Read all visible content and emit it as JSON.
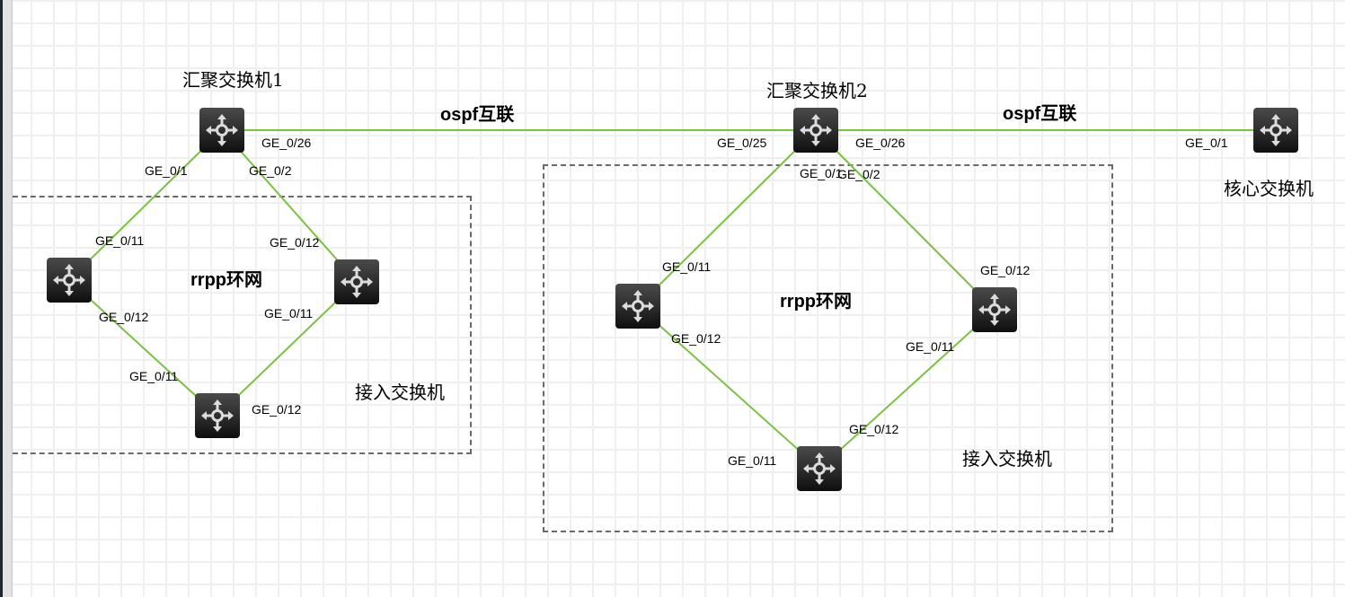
{
  "diagram": {
    "colors": {
      "link": "#7ac143",
      "group_border": "#6a6a6a",
      "node_bg": "#1c1c1c",
      "node_icon": "#dcdcdc"
    },
    "nodes": {
      "agg1": {
        "label": "汇聚交换机1",
        "icon": "l3-switch-icon"
      },
      "agg2": {
        "label": "汇聚交换机2",
        "icon": "l3-switch-icon"
      },
      "core": {
        "label": "核心交换机",
        "icon": "l3-switch-icon"
      },
      "ring1_left": {
        "icon": "l3-switch-icon"
      },
      "ring1_right": {
        "icon": "l3-switch-icon"
      },
      "ring1_bottom": {
        "icon": "l3-switch-icon"
      },
      "ring2_left": {
        "icon": "l3-switch-icon"
      },
      "ring2_right": {
        "icon": "l3-switch-icon"
      },
      "ring2_bottom": {
        "icon": "l3-switch-icon"
      }
    },
    "links": [
      {
        "from": "agg1",
        "to": "agg2",
        "label": "ospf互联",
        "from_port": "GE_0/26",
        "to_port": "GE_0/25"
      },
      {
        "from": "agg2",
        "to": "core",
        "label": "ospf互联",
        "from_port": "GE_0/26",
        "to_port": "GE_0/1"
      },
      {
        "from": "agg1",
        "to": "ring1_left",
        "from_port": "GE_0/1",
        "to_port": "GE_0/11"
      },
      {
        "from": "agg1",
        "to": "ring1_right",
        "from_port": "GE_0/2",
        "to_port": "GE_0/12"
      },
      {
        "from": "ring1_left",
        "to": "ring1_bottom",
        "from_port": "GE_0/12",
        "to_port": "GE_0/11"
      },
      {
        "from": "ring1_right",
        "to": "ring1_bottom",
        "from_port": "GE_0/11",
        "to_port": "GE_0/12"
      },
      {
        "from": "agg2",
        "to": "ring2_left",
        "from_port": "GE_0/1",
        "to_port": "GE_0/11"
      },
      {
        "from": "agg2",
        "to": "ring2_right",
        "from_port": "GE_0/2",
        "to_port": "GE_0/12"
      },
      {
        "from": "ring2_left",
        "to": "ring2_bottom",
        "from_port": "GE_0/12",
        "to_port": "GE_0/11"
      },
      {
        "from": "ring2_right",
        "to": "ring2_bottom",
        "from_port": "GE_0/11",
        "to_port": "GE_0/12"
      }
    ],
    "groups": [
      {
        "ring_label": "rrpp环网",
        "group_label": "接入交换机"
      },
      {
        "ring_label": "rrpp环网",
        "group_label": "接入交换机"
      }
    ]
  }
}
